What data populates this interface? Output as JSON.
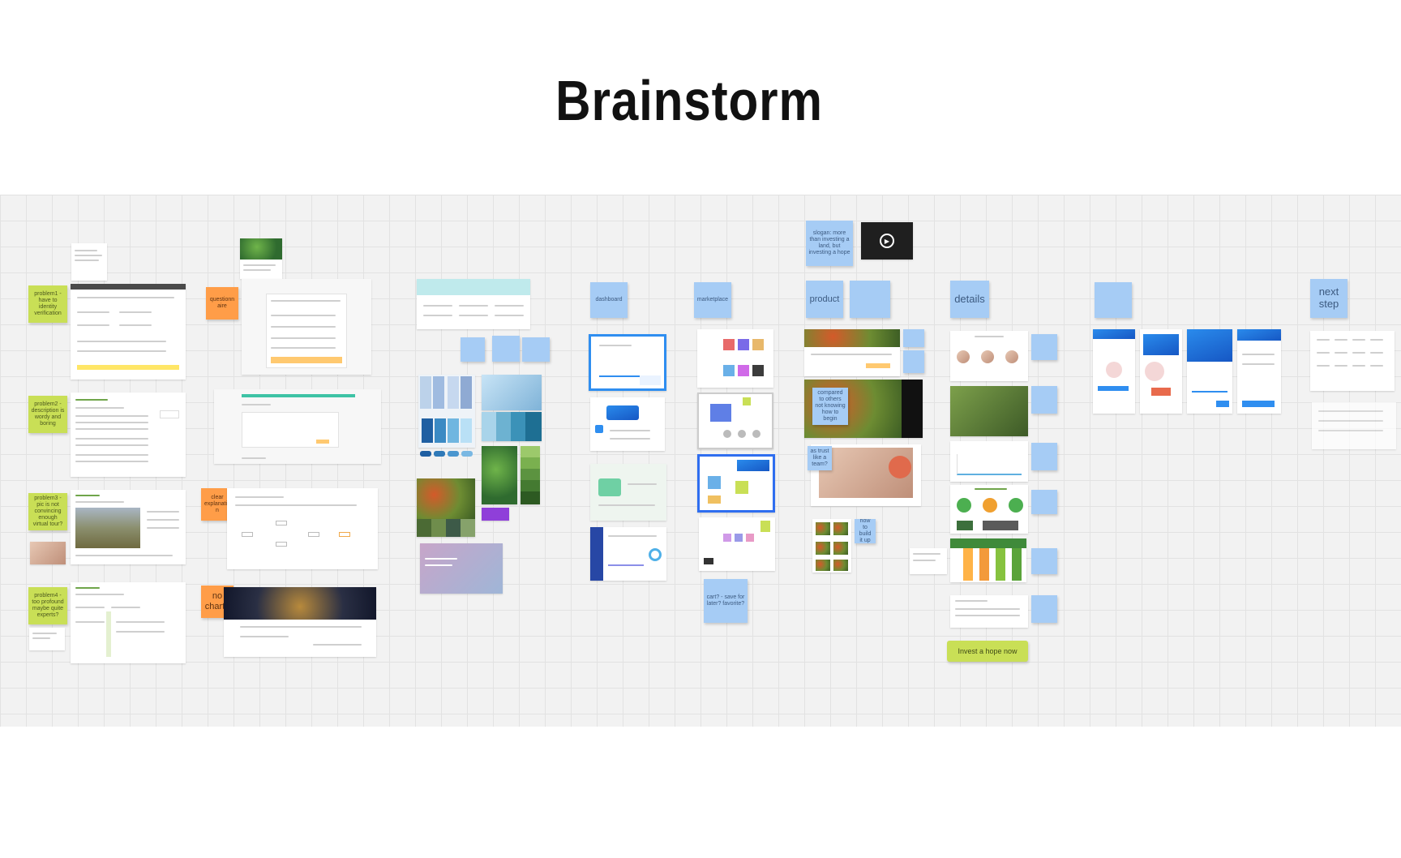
{
  "board": {
    "title": "Brainstorm"
  },
  "stickies": {
    "problem1": "problem1 - have to identity verification",
    "problem2": "problem2 - description is wordy and boring",
    "problem3": "problem3 - pic is not convincing enough virtual tour?",
    "problem4": "problem4 - too profound maybe quite experts?",
    "questionnaire": "questionnaire",
    "clear_explanation": "clear explanation",
    "no_chart": "no chart?",
    "dashboard": "dashboard",
    "marketplace": "marketplace",
    "slogan": "slogan: more than investing a land, but investing a hope",
    "product": "product",
    "details": "details",
    "next_step": "next step",
    "cart": "cart? - save for later? favorite?",
    "how_to_build": "how to build it up",
    "as_trust": "as trust like a team?",
    "compare": "compared to others not knowing how to begin"
  },
  "buttons": {
    "invest": "Invest a hope now"
  },
  "colors": {
    "sticky_green": "#c9df56",
    "sticky_orange": "#ff9d48",
    "sticky_blue": "#a6ccf5",
    "board_bg": "#f2f2f2"
  },
  "icons": {
    "video": "play-icon"
  }
}
